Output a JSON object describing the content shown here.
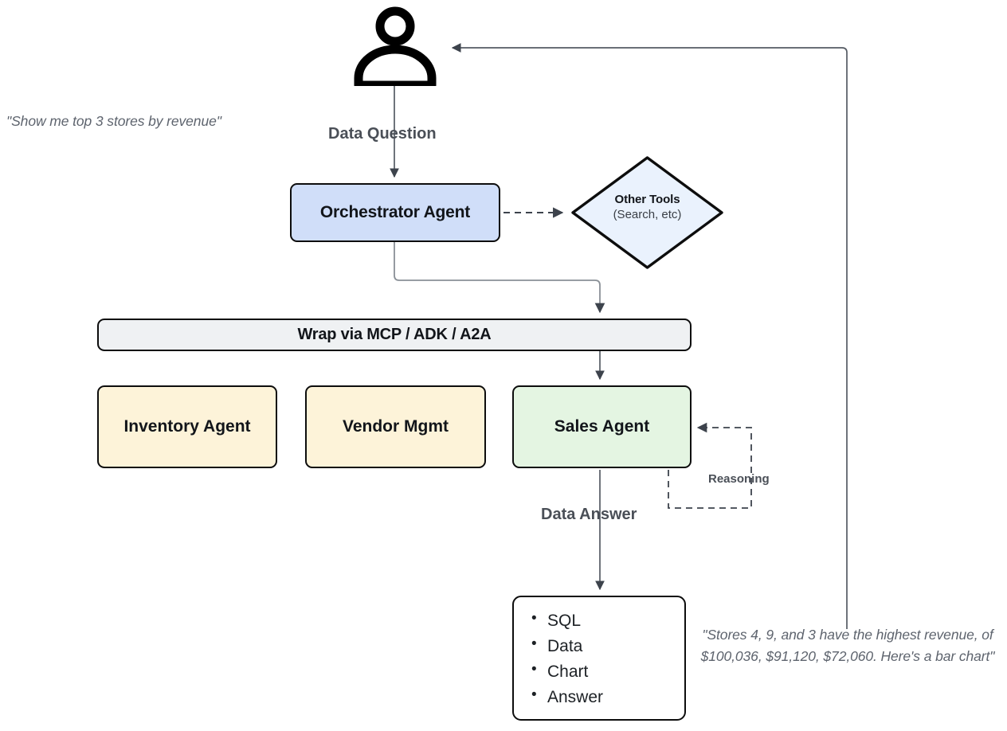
{
  "diagram": {
    "title": "Multi-agent data analytics flow",
    "colors": {
      "orchestrator_fill": "#d0def9",
      "tools_fill": "#eaf2fd",
      "mcp_fill": "#eff1f3",
      "agent_fill": "#fdf3d9",
      "sales_fill": "#e4f5e2",
      "output_fill": "#ffffff",
      "stroke": "#0d0d0d",
      "edge": "#4a4f57",
      "quote_text": "#5e646e"
    }
  },
  "user": {
    "icon": "user-person-icon",
    "quote": "\"Show me top 3 stores by revenue\""
  },
  "nodes": {
    "orchestrator": {
      "label": "Orchestrator Agent"
    },
    "other_tools": {
      "label": "Other Tools",
      "sublabel": "(Search, etc)"
    },
    "mcp_bar": {
      "label": "Wrap via MCP / ADK / A2A"
    },
    "inventory": {
      "label": "Inventory Agent"
    },
    "vendor": {
      "label": "Vendor Mgmt"
    },
    "sales": {
      "label": "Sales Agent"
    },
    "output": {
      "items": [
        "SQL",
        "Data",
        "Chart",
        "Answer"
      ]
    }
  },
  "edges": {
    "data_question": "Data Question",
    "data_answer": "Data Answer",
    "reasoning": "Reasoning"
  },
  "final_answer": {
    "quote": "\"Stores 4, 9, and 3 have the highest revenue, of $100,036, $91,120, $72,060. Here's a bar chart\""
  }
}
